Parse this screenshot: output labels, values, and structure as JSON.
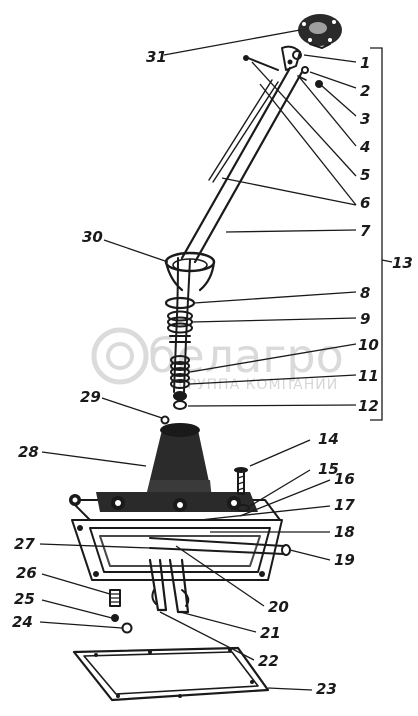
{
  "labels": {
    "l1": "1",
    "l2": "2",
    "l3": "3",
    "l4": "4",
    "l5": "5",
    "l6": "6",
    "l7": "7",
    "l8": "8",
    "l9": "9",
    "l10": "10",
    "l11": "11",
    "l12": "12",
    "l13": "13",
    "l14": "14",
    "l15": "15",
    "l16": "16",
    "l17": "17",
    "l18": "18",
    "l19": "19",
    "l20": "20",
    "l21": "21",
    "l22": "22",
    "l23": "23",
    "l24": "24",
    "l25": "25",
    "l26": "26",
    "l27": "27",
    "l28": "28",
    "l29": "29",
    "l30": "30",
    "l31": "31"
  },
  "watermark": {
    "brand": "белагро",
    "tagline": "ГРУППА КОМПАНИЙ"
  }
}
